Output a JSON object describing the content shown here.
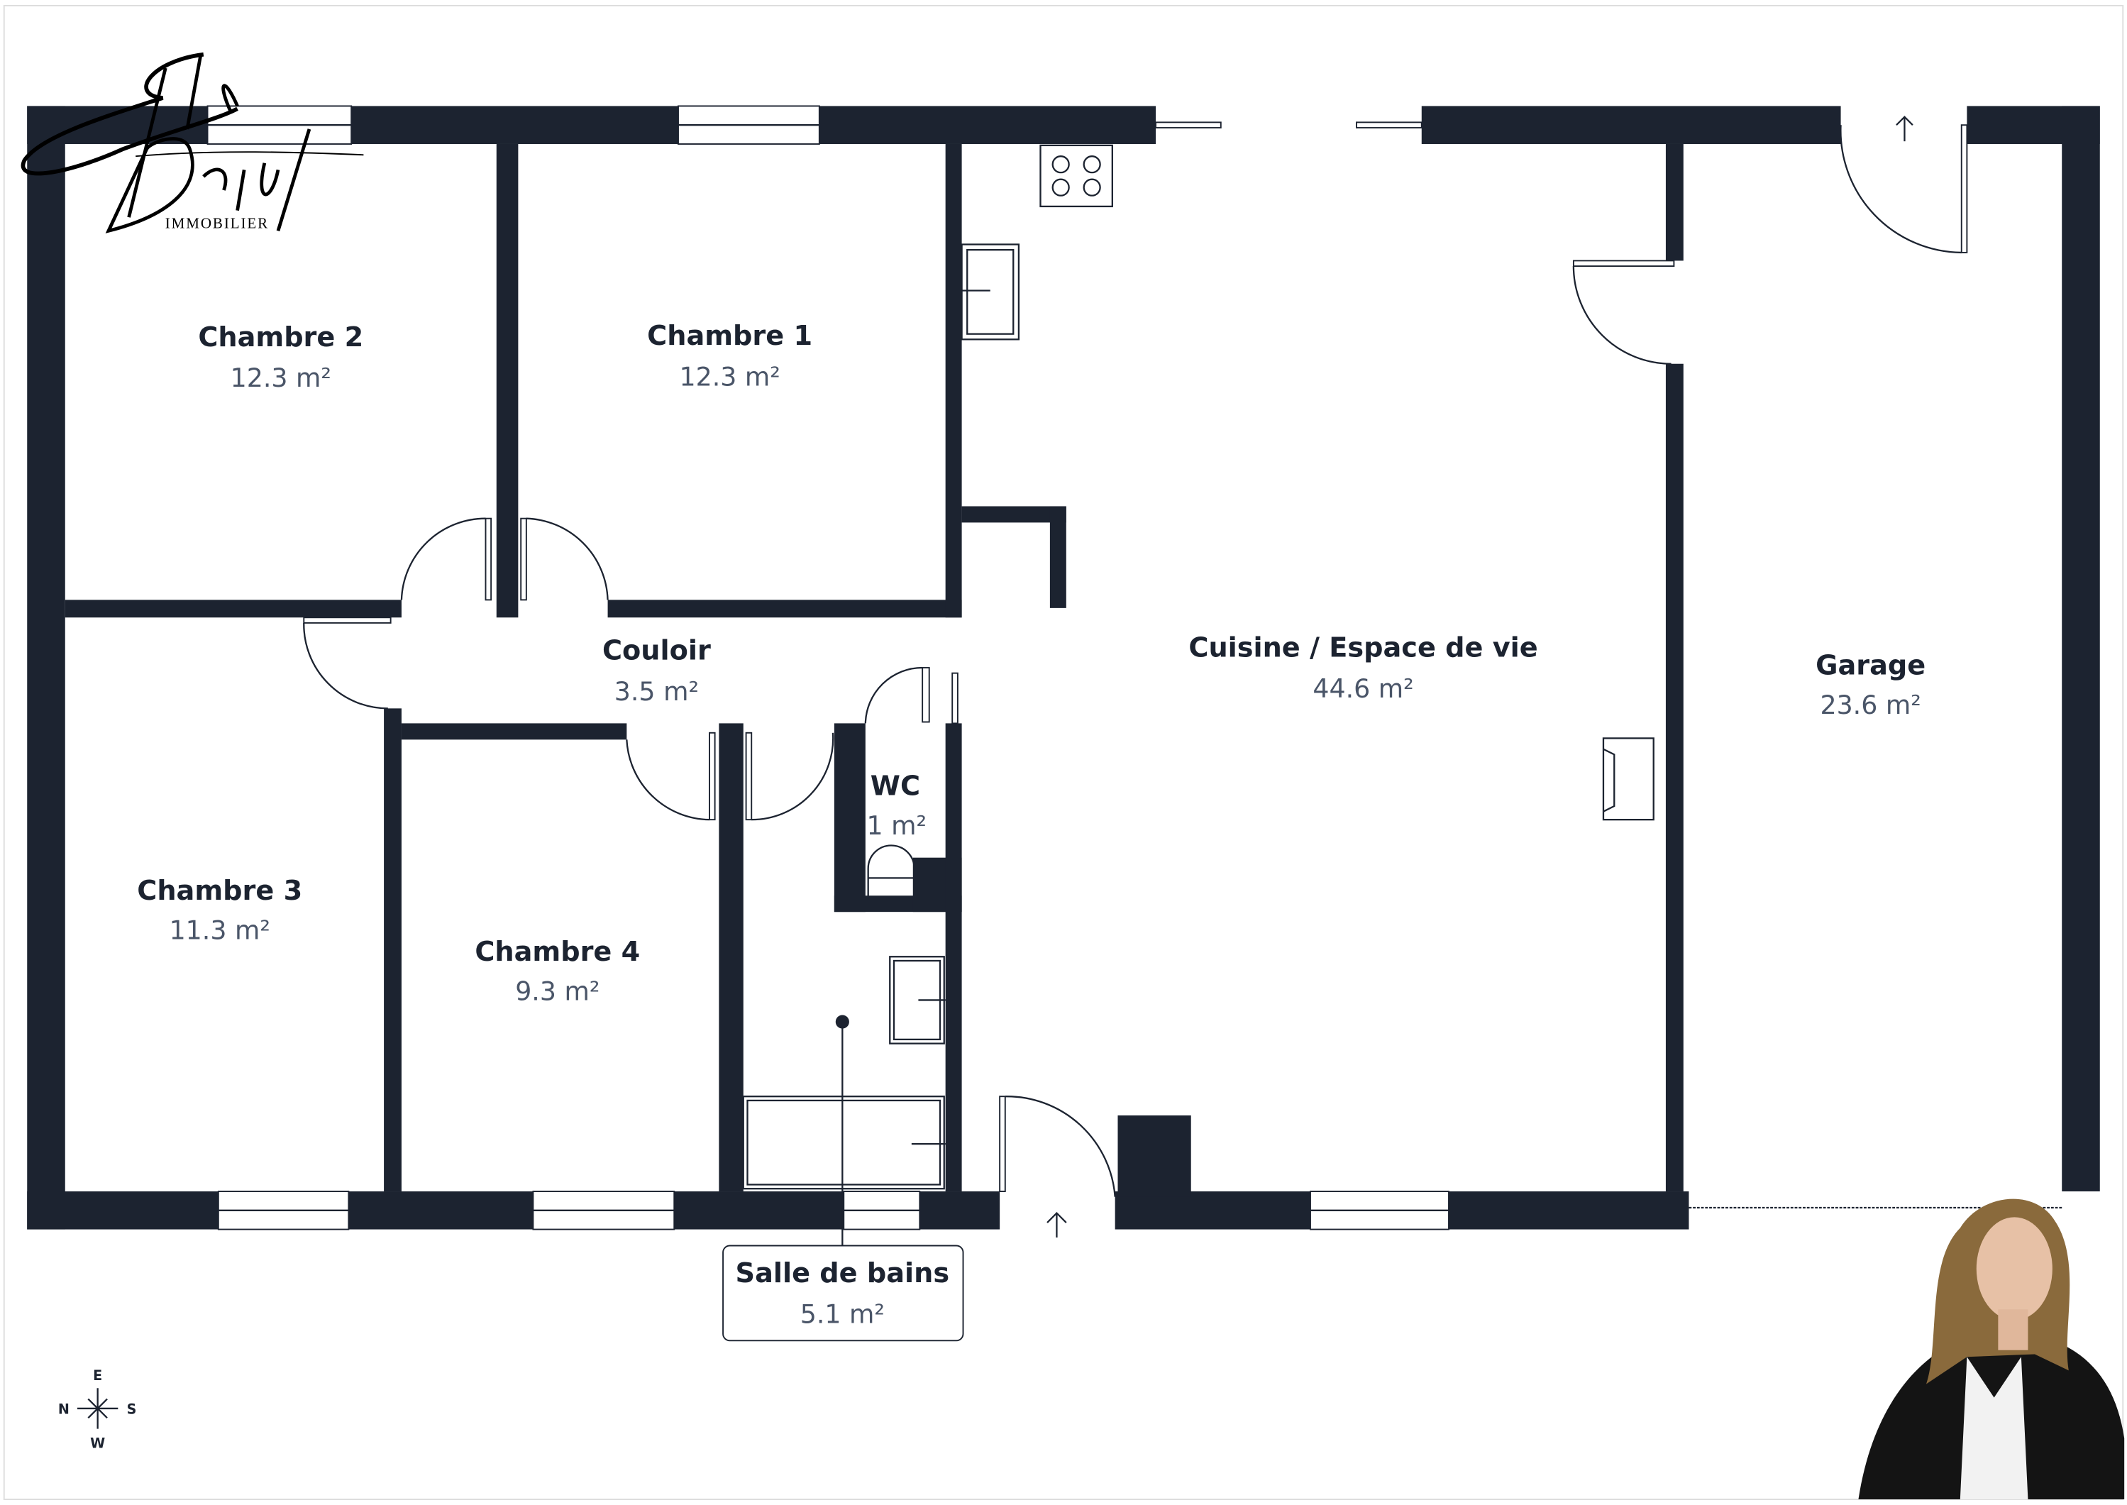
{
  "logo": {
    "script_name": "Elodie Detrait",
    "subtitle": "IMMOBILIER"
  },
  "rooms": [
    {
      "name": "Chambre 2",
      "area": "12.3 m²"
    },
    {
      "name": "Chambre 1",
      "area": "12.3 m²"
    },
    {
      "name": "Couloir",
      "area": "3.5 m²"
    },
    {
      "name": "Cuisine / Espace de vie",
      "area": "44.6 m²"
    },
    {
      "name": "Garage",
      "area": "23.6 m²"
    },
    {
      "name": "WC",
      "area": "1 m²"
    },
    {
      "name": "Chambre 3",
      "area": "11.3 m²"
    },
    {
      "name": "Chambre 4",
      "area": "9.3 m²"
    },
    {
      "name": "Salle de bains",
      "area": "5.1 m²"
    }
  ],
  "compass": {
    "top": "E",
    "left": "N",
    "right": "S",
    "bottom": "W"
  },
  "colors": {
    "wall": "#1c2330",
    "area_text": "#4a5568"
  }
}
